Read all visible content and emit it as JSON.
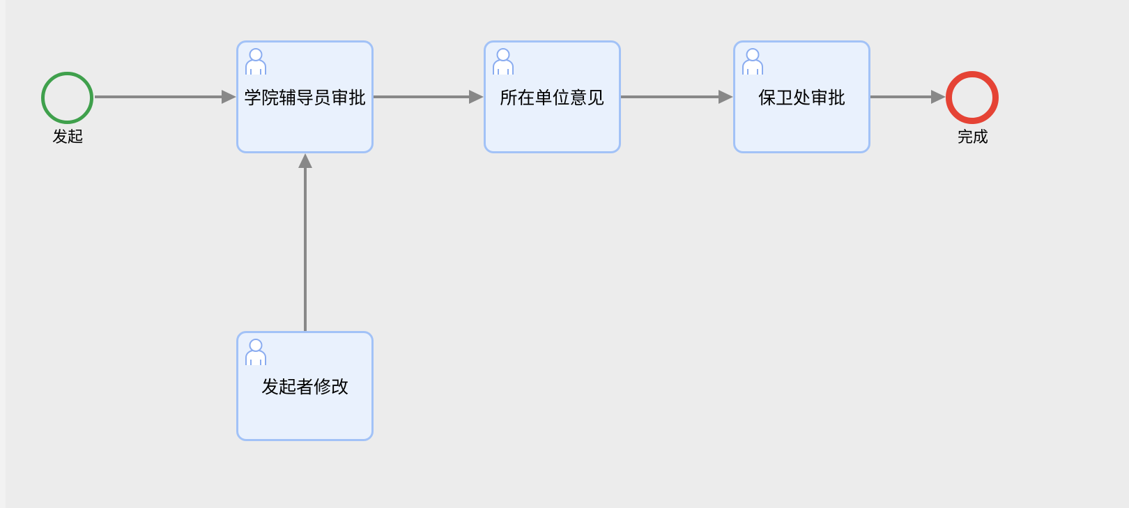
{
  "page": {
    "background_color": "#ececec",
    "gutter_color": "#f2f2f2"
  },
  "diagram": {
    "type": "workflow-process-viewer",
    "start_event": {
      "label": "发起",
      "color": "#3fa04c",
      "shape": "circle-outline"
    },
    "end_event": {
      "label": "完成",
      "color": "#e54335",
      "shape": "circle-outline-thick"
    },
    "tasks": [
      {
        "id": "college-counselor-approval",
        "label": "学院辅导员审批",
        "icon": "user-icon"
      },
      {
        "id": "unit-opinion",
        "label": "所在单位意见",
        "icon": "user-icon"
      },
      {
        "id": "security-office-approval",
        "label": "保卫处审批",
        "icon": "user-icon"
      },
      {
        "id": "initiator-modify",
        "label": "发起者修改",
        "icon": "user-icon"
      }
    ],
    "flows": [
      {
        "from": "start",
        "to": "college-counselor-approval"
      },
      {
        "from": "college-counselor-approval",
        "to": "unit-opinion"
      },
      {
        "from": "unit-opinion",
        "to": "security-office-approval"
      },
      {
        "from": "security-office-approval",
        "to": "end"
      },
      {
        "from": "initiator-modify",
        "to": "college-counselor-approval"
      }
    ],
    "colors": {
      "task_fill": "#e9f1fd",
      "task_border": "#a2c2f7",
      "user_icon_stroke": "#8aacf0",
      "edge": "#888888",
      "text": "#000000"
    }
  }
}
